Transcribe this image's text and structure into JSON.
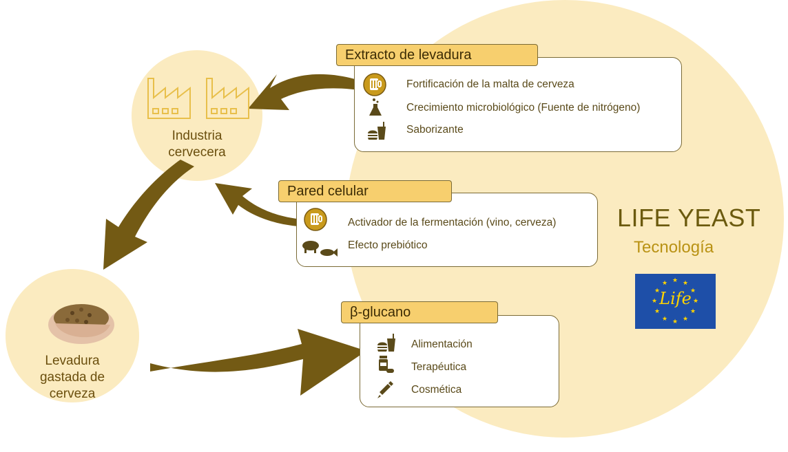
{
  "colors": {
    "bg_circle": "#fbebc0",
    "arrow": "#735a14",
    "tab_fill": "#f7cf6e",
    "tab_border": "#7a6a35",
    "brand_dark": "#6b5a0e",
    "brand_gold": "#b99214",
    "eu_blue": "#1e4fa8",
    "eu_star": "#ffd400"
  },
  "nodes": {
    "industria": {
      "line1": "Industria",
      "line2": "cervecera"
    },
    "levadura": {
      "line1": "Levadura",
      "line2": "gastada de",
      "line3": "cerveza"
    }
  },
  "sections": {
    "extracto": {
      "title": "Extracto de levadura",
      "items": [
        {
          "icon": "beer-tank-icon",
          "label": "Fortificación de la malta de cerveza"
        },
        {
          "icon": "flask-icon",
          "label": "Crecimiento microbiológico (Fuente de nitrógeno)"
        },
        {
          "icon": "food-drink-icon",
          "label": "Saborizante"
        }
      ]
    },
    "pared": {
      "title": "Pared celular",
      "items": [
        {
          "icon": "beer-tank-icon",
          "label": "Activador de la fermentación (vino, cerveza)"
        },
        {
          "icon": "pig-fish-icon",
          "label": "Efecto prebiótico"
        }
      ]
    },
    "glucano": {
      "title": "β-glucano",
      "items": [
        {
          "icon": "food-drink-icon",
          "label": "Alimentación"
        },
        {
          "icon": "medicine-icon",
          "label": "Terapéutica"
        },
        {
          "icon": "dropper-icon",
          "label": "Cosmética"
        }
      ]
    }
  },
  "brand": {
    "title": "LIFE YEAST",
    "subtitle": "Tecnología",
    "logo_text": "Life"
  }
}
